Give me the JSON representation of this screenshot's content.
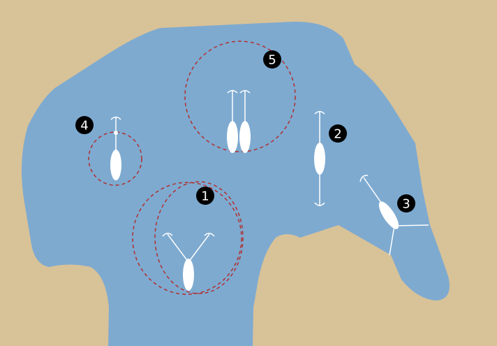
{
  "colors": {
    "land": "#d8c298",
    "water": "#7eaad0",
    "boat": "#ffffff",
    "swing_circle": "#b03030",
    "label_bg": "#000000"
  },
  "labels": [
    {
      "id": "1",
      "text": "1"
    },
    {
      "id": "2",
      "text": "2"
    },
    {
      "id": "3",
      "text": "3"
    },
    {
      "id": "4",
      "text": "4"
    },
    {
      "id": "5",
      "text": "5"
    }
  ]
}
